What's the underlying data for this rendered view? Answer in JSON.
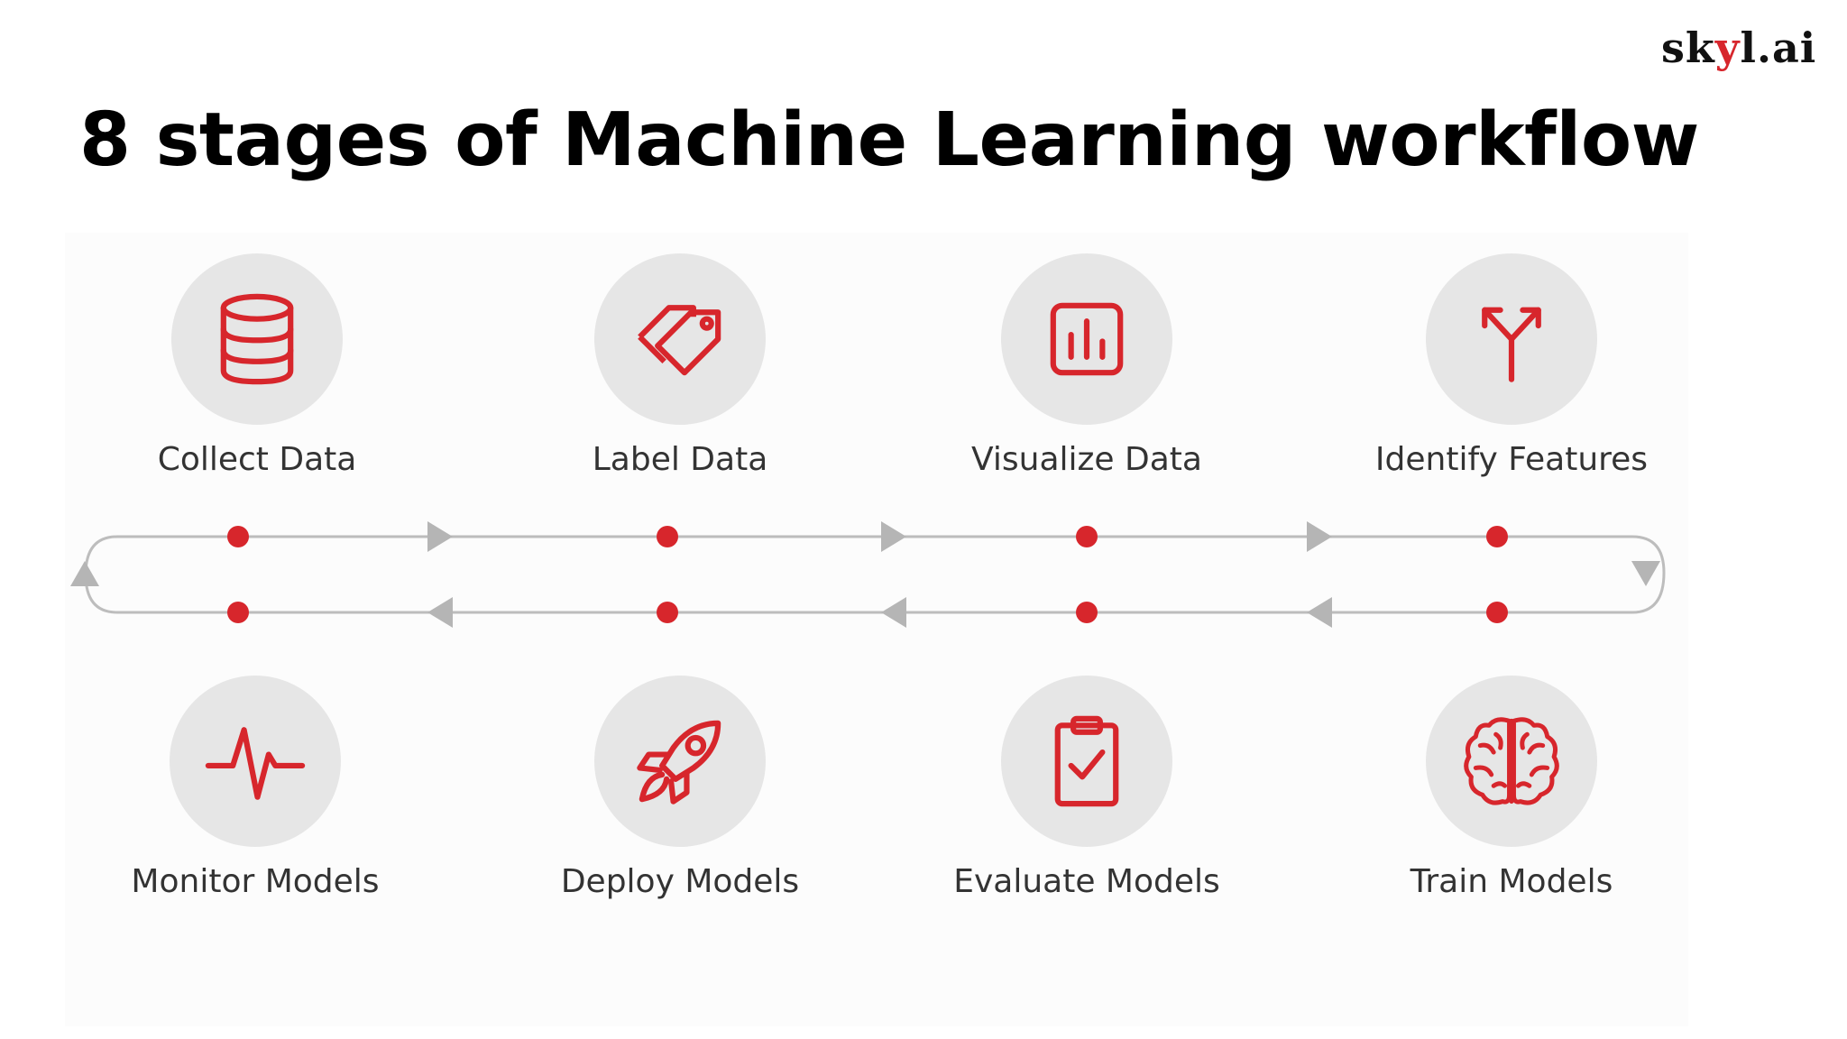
{
  "logo": {
    "part1": "sk",
    "accent": "y",
    "part2": "l.ai"
  },
  "title": "8 stages of Machine Learning workflow",
  "colors": {
    "accent": "#d7262c",
    "circle": "#e6e6e6",
    "line": "#bdbdbd",
    "arrow": "#b5b5b5",
    "text": "#333333"
  },
  "stages": {
    "collect": {
      "label": "Collect Data",
      "icon": "database-icon"
    },
    "label": {
      "label": "Label Data",
      "icon": "tags-icon"
    },
    "visualize": {
      "label": "Visualize Data",
      "icon": "bar-chart-icon"
    },
    "identify": {
      "label": "Identify Features",
      "icon": "split-arrows-icon"
    },
    "train": {
      "label": "Train Models",
      "icon": "brain-icon"
    },
    "evaluate": {
      "label": "Evaluate Models",
      "icon": "clipboard-check-icon"
    },
    "deploy": {
      "label": "Deploy Models",
      "icon": "rocket-icon"
    },
    "monitor": {
      "label": "Monitor Models",
      "icon": "pulse-icon"
    }
  }
}
